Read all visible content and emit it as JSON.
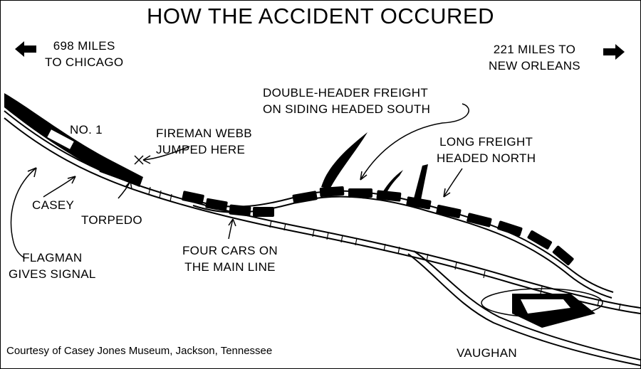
{
  "title": "HOW THE ACCIDENT OCCURED",
  "distances": {
    "chicago": {
      "line1": "698 MILES",
      "line2": "TO CHICAGO",
      "arrow_icon": "arrow-left-icon"
    },
    "new_orleans": {
      "line1": "221 MILES TO",
      "line2": "NEW ORLEANS",
      "arrow_icon": "arrow-right-icon"
    }
  },
  "labels": {
    "double_header": {
      "line1": "DOUBLE-HEADER FREIGHT",
      "line2": "ON SIDING HEADED SOUTH"
    },
    "no1": "NO. 1",
    "fireman": {
      "line1": "FIREMAN WEBB",
      "line2": "JUMPED HERE"
    },
    "long_freight": {
      "line1": "LONG FREIGHT",
      "line2": "HEADED NORTH"
    },
    "casey": "CASEY",
    "torpedo": "TORPEDO",
    "four_cars": {
      "line1": "FOUR CARS ON",
      "line2": "THE MAIN LINE"
    },
    "flagman": {
      "line1": "FLAGMAN",
      "line2": "GIVES SIGNAL"
    },
    "vaughan": "VAUGHAN"
  },
  "credit": "Courtesy of Casey Jones Museum, Jackson, Tennessee",
  "colors": {
    "ink": "#000000",
    "paper": "#ffffff"
  }
}
